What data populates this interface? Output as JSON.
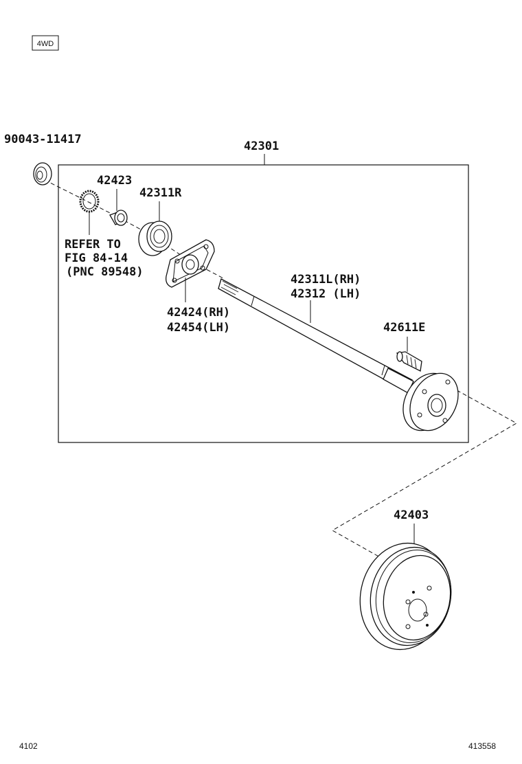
{
  "badge": "4WD",
  "labels": {
    "seal": "90043-11417",
    "assembly": "42301",
    "retainer": "42423",
    "bearing": "42311R",
    "refer_1": "REFER TO",
    "refer_2": "FIG 84-14",
    "refer_3": "(PNC 89548)",
    "plate_rh": "42424(RH)",
    "plate_lh": "42454(LH)",
    "shaft_rh": "42311L(RH)",
    "shaft_lh": "42312 (LH)",
    "bolt": "42611E",
    "drum": "42403"
  },
  "footer": {
    "left": "4102",
    "right": "413558"
  }
}
